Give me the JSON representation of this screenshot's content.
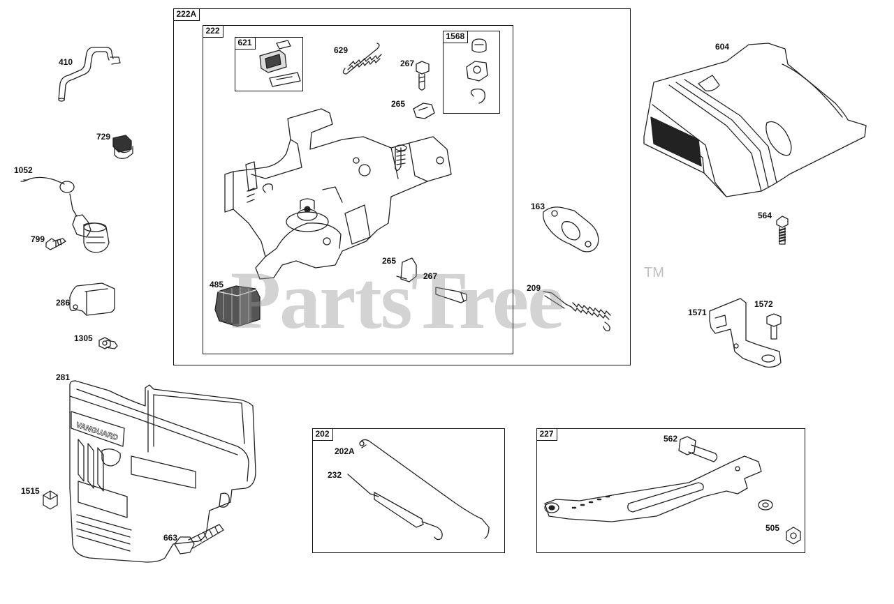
{
  "watermark": {
    "brand": "PartsTree",
    "trademark": "TM"
  },
  "boxes": {
    "b222A": "222A",
    "b222": "222",
    "b621": "621",
    "b1568": "1568",
    "b202": "202",
    "b227": "227"
  },
  "labels": {
    "p410": "410",
    "p729": "729",
    "p1052": "1052",
    "p799": "799",
    "p286": "286",
    "p1305": "1305",
    "p281": "281",
    "p1515": "1515",
    "p663": "663",
    "p629": "629",
    "p267a": "267",
    "p265a": "265",
    "p163": "163",
    "p265b": "265",
    "p267b": "267",
    "p485": "485",
    "p209": "209",
    "p604": "604",
    "p564": "564",
    "p1571": "1571",
    "p1572": "1572",
    "p202A": "202A",
    "p232": "232",
    "p562": "562",
    "p505": "505"
  }
}
